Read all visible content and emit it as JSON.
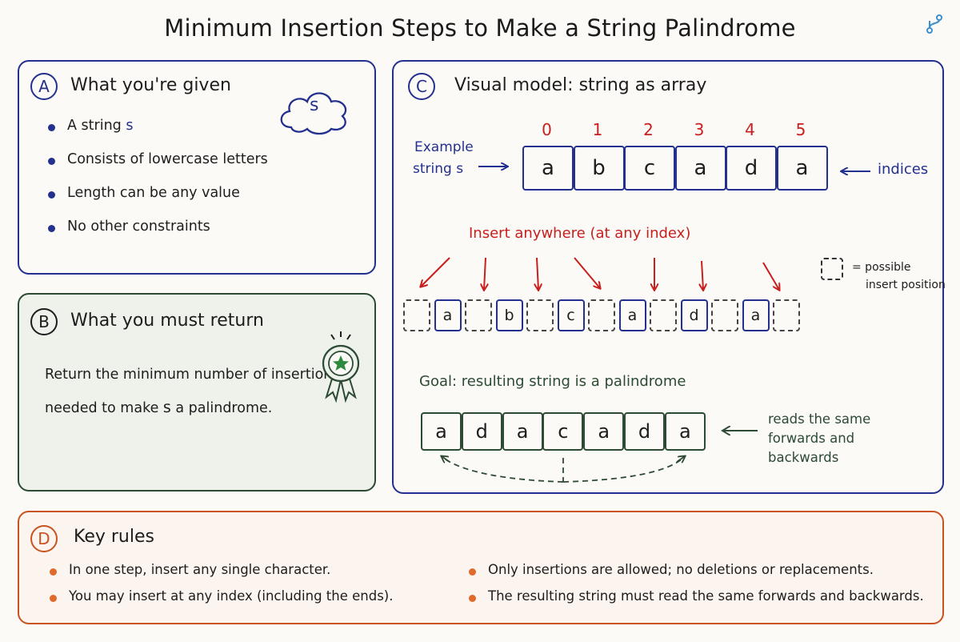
{
  "title": "Minimum Insertion Steps to Make a String Palindrome",
  "logo_icon": "branch-icon",
  "colors": {
    "navy": "#23308e",
    "green": "#2c4a34",
    "red": "#c81e1e",
    "orange": "#c8531f",
    "star_green": "#2e8a3e"
  },
  "panel_a": {
    "badge": "A",
    "heading": "What you're given",
    "cloud_text": "s",
    "bullets": [
      {
        "before": "A string ",
        "code": "s"
      },
      {
        "before": "Consists of lowercase letters",
        "code": ""
      },
      {
        "before": "Length can be any value",
        "code": ""
      },
      {
        "before": "No other constraints",
        "code": ""
      }
    ]
  },
  "panel_b": {
    "badge": "B",
    "heading": "What you must return",
    "line1": "Return the minimum number of insertions",
    "line2_before": "needed to make ",
    "line2_code": "s",
    "line2_after": " a palindrome.",
    "icon": "award-ribbon-icon"
  },
  "panel_c": {
    "badge": "C",
    "heading": "Visual model: string as array",
    "example_label_1": "Example",
    "example_label_2": "string s",
    "indices": [
      "0",
      "1",
      "2",
      "3",
      "4",
      "5"
    ],
    "chars": [
      "a",
      "b",
      "c",
      "a",
      "d",
      "a"
    ],
    "indices_label": "indices",
    "insert_caption": "Insert anywhere (at any index)",
    "legend_line_1": "= possible",
    "legend_line_2": "insert position",
    "expanded_chars": [
      "a",
      "b",
      "c",
      "a",
      "d",
      "a"
    ],
    "goal_caption": "Goal: resulting string is a palindrome",
    "palindrome_chars": [
      "a",
      "d",
      "a",
      "c",
      "a",
      "d",
      "a"
    ],
    "reads_label": [
      "reads the same",
      "forwards and",
      "backwards"
    ]
  },
  "panel_d": {
    "badge": "D",
    "heading": "Key rules",
    "left_rules": [
      "In one step, insert any single character.",
      "You may insert at any index (including the ends)."
    ],
    "right_rules": [
      "Only insertions are allowed; no deletions or replacements.",
      "The resulting string must read the same forwards and backwards."
    ]
  }
}
